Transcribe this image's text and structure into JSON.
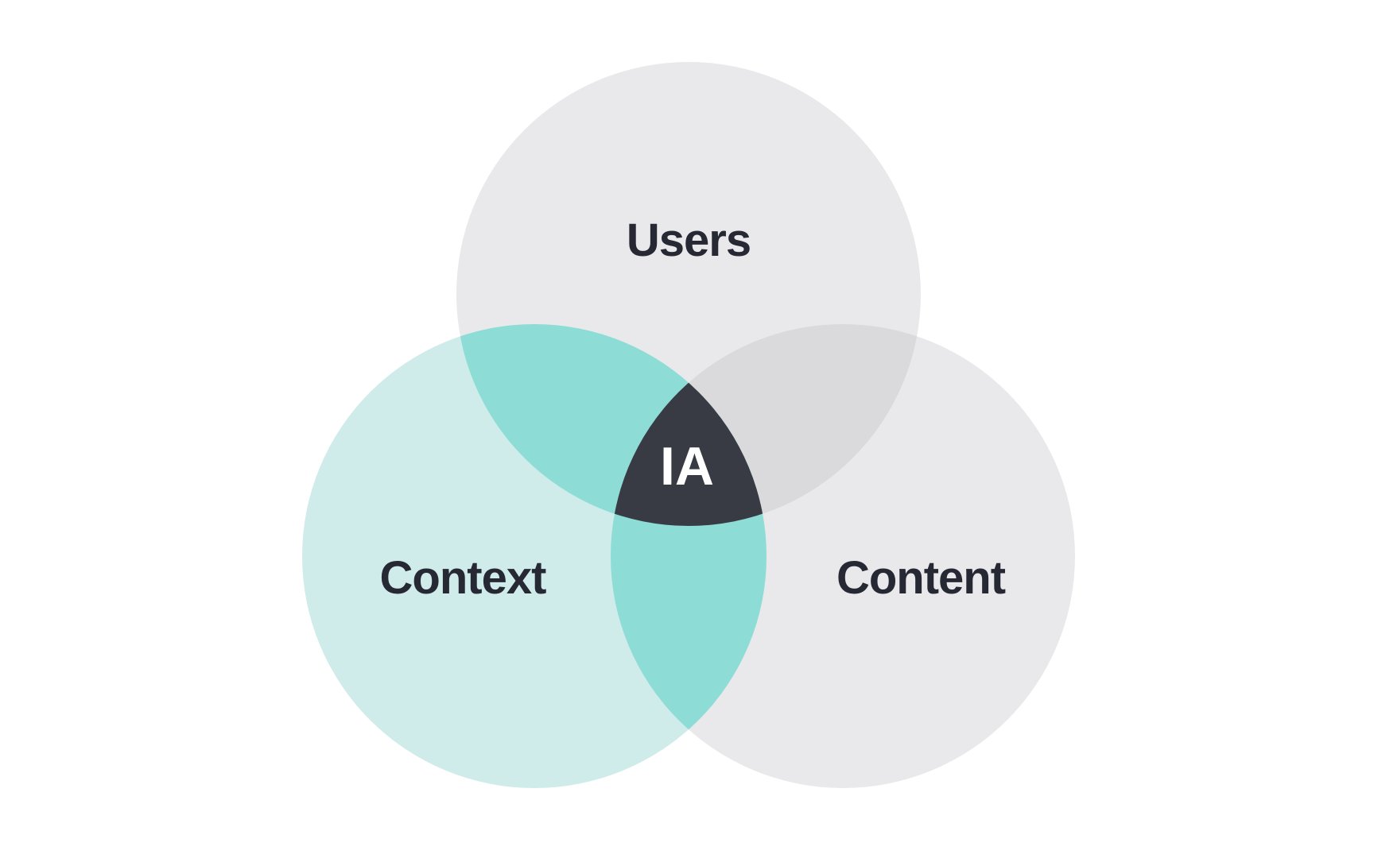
{
  "diagram": {
    "type": "venn-3",
    "sets": [
      {
        "id": "users",
        "label": "Users"
      },
      {
        "id": "context",
        "label": "Context"
      },
      {
        "id": "content",
        "label": "Content"
      }
    ],
    "center_label": "IA",
    "colors": {
      "background": "#ffffff",
      "set_gray": "#e9e9eb",
      "set_teal_light": "#cfebea",
      "overlap_teal": "#8edcd6",
      "overlap_gray": "#dadadc",
      "center_dark": "#383b44",
      "label_text": "#262834",
      "center_text": "#ffffff"
    }
  }
}
